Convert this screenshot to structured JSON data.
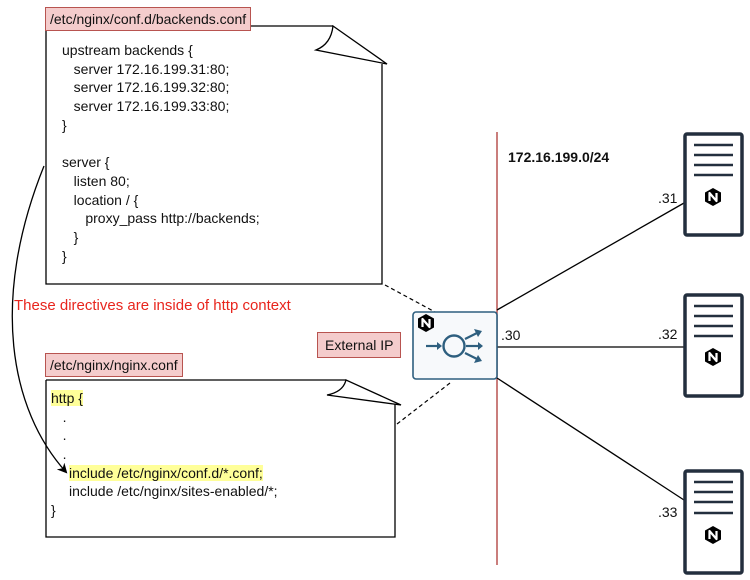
{
  "backends_conf": {
    "filename": "/etc/nginx/conf.d/backends.conf",
    "lines": [
      "upstream backends {",
      "   server 172.16.199.31:80;",
      "   server 172.16.199.32:80;",
      "   server 172.16.199.33:80;",
      "}",
      "",
      "server {",
      "   listen 80;",
      "   location / {",
      "      proxy_pass http://backends;",
      "   }",
      "}"
    ]
  },
  "nginx_conf": {
    "filename": "/etc/nginx/nginx.conf",
    "lines": [
      {
        "text": "http {",
        "highlight": true
      },
      {
        "text": "   .",
        "highlight": false
      },
      {
        "text": "   .",
        "highlight": false
      },
      {
        "text": "   .",
        "highlight": false
      },
      {
        "text": "include /etc/nginx/conf.d/*.conf;",
        "highlight": true,
        "indent": true
      },
      {
        "text": "include /etc/nginx/sites-enabled/*;",
        "highlight": false,
        "indent": true
      },
      {
        "text": "}",
        "highlight": false
      }
    ]
  },
  "annotation": "These directives are inside of http context",
  "load_balancer": {
    "external_label": "External IP",
    "ip_suffix": ".30",
    "badge_icon": "nginx-n-icon",
    "icon": "load-balancer-icon"
  },
  "network": {
    "subnet": "172.16.199.0/24"
  },
  "servers": [
    {
      "ip_suffix": ".31",
      "icon": "server-nginx-icon"
    },
    {
      "ip_suffix": ".32",
      "icon": "server-nginx-icon"
    },
    {
      "ip_suffix": ".33",
      "icon": "server-nginx-icon"
    }
  ],
  "colors": {
    "label_fill": "#f4cccc",
    "label_border": "#b85450",
    "annotation": "#e8251d",
    "highlight": "#ffff99",
    "lb_stroke": "#2e5f7f",
    "network_line": "#b85450",
    "server_stroke": "#232f3e"
  }
}
